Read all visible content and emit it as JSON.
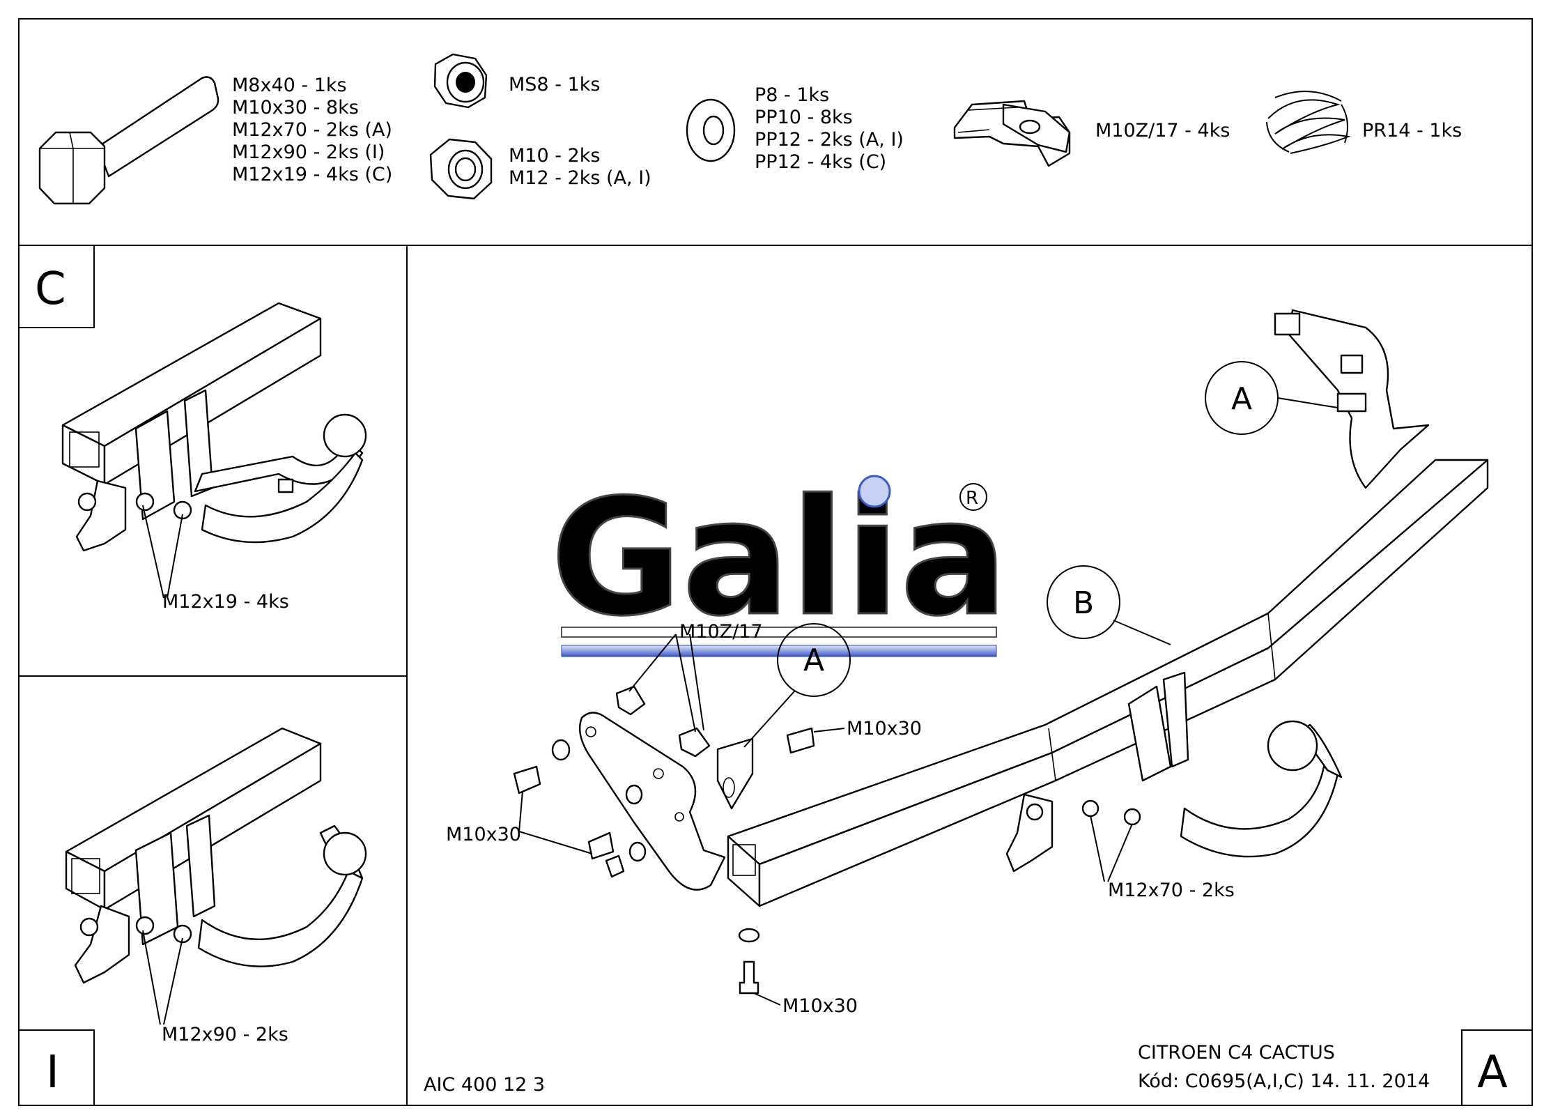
{
  "hardware": {
    "bolts": [
      "M8x40 - 1ks",
      "M10x30 - 8ks",
      "M12x70 - 2ks (A)",
      "M12x90 - 2ks (I)",
      "M12x19 - 4ks (C)"
    ],
    "nut_ms8": "MS8 - 1ks",
    "nuts": [
      "M10 - 2ks",
      "M12 - 2ks (A, I)"
    ],
    "washers": [
      "P8 - 1ks",
      "PP10 - 8ks",
      "PP12 - 2ks (A, I)",
      "PP12 - 4ks (C)"
    ],
    "clip": "M10Z/17 - 4ks",
    "spring": "PR14 - 1ks"
  },
  "panel_c": {
    "letter": "C",
    "label": "M12x19 - 4ks"
  },
  "panel_i": {
    "letter": "I",
    "label": "M12x90 - 2ks"
  },
  "main": {
    "callout_a_top": "A",
    "callout_b": "B",
    "callout_a_mid": "A",
    "clip_label": "M10Z/17",
    "bolt_label_1": "M10x30",
    "bolt_label_2": "M10x30",
    "bolt_label_3": "M10x30",
    "ball_bolt_label": "M12x70 - 2ks",
    "logo_text": "Galia",
    "logo_mark": "R"
  },
  "footer": {
    "code": "AIC 400 12 3",
    "vehicle": "CITROEN C4 CACTUS",
    "kod": "Kód: C0695(A,I,C)  14. 11. 2014",
    "variant": "A"
  }
}
